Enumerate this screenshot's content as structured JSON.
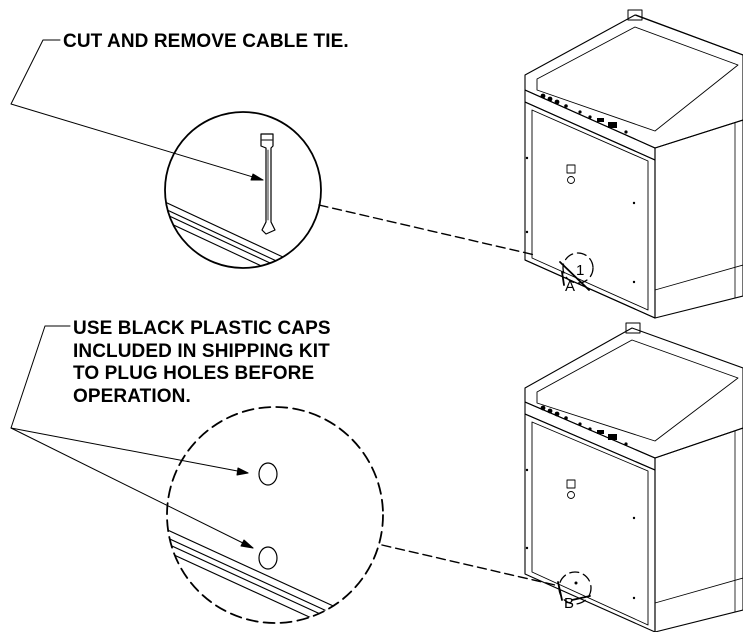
{
  "callouts": {
    "cable_tie": {
      "lines": [
        "CUT AND REMOVE CABLE TIE."
      ]
    },
    "plastic_caps": {
      "lines": [
        "USE BLACK PLASTIC CAPS",
        "INCLUDED IN SHIPPING KIT",
        "TO PLUG HOLES BEFORE",
        "OPERATION."
      ]
    }
  },
  "detail_labels": {
    "detail_a": "A",
    "detail_b": "B",
    "index_1": "1"
  },
  "colors": {
    "line": "#000000",
    "background": "#ffffff"
  }
}
